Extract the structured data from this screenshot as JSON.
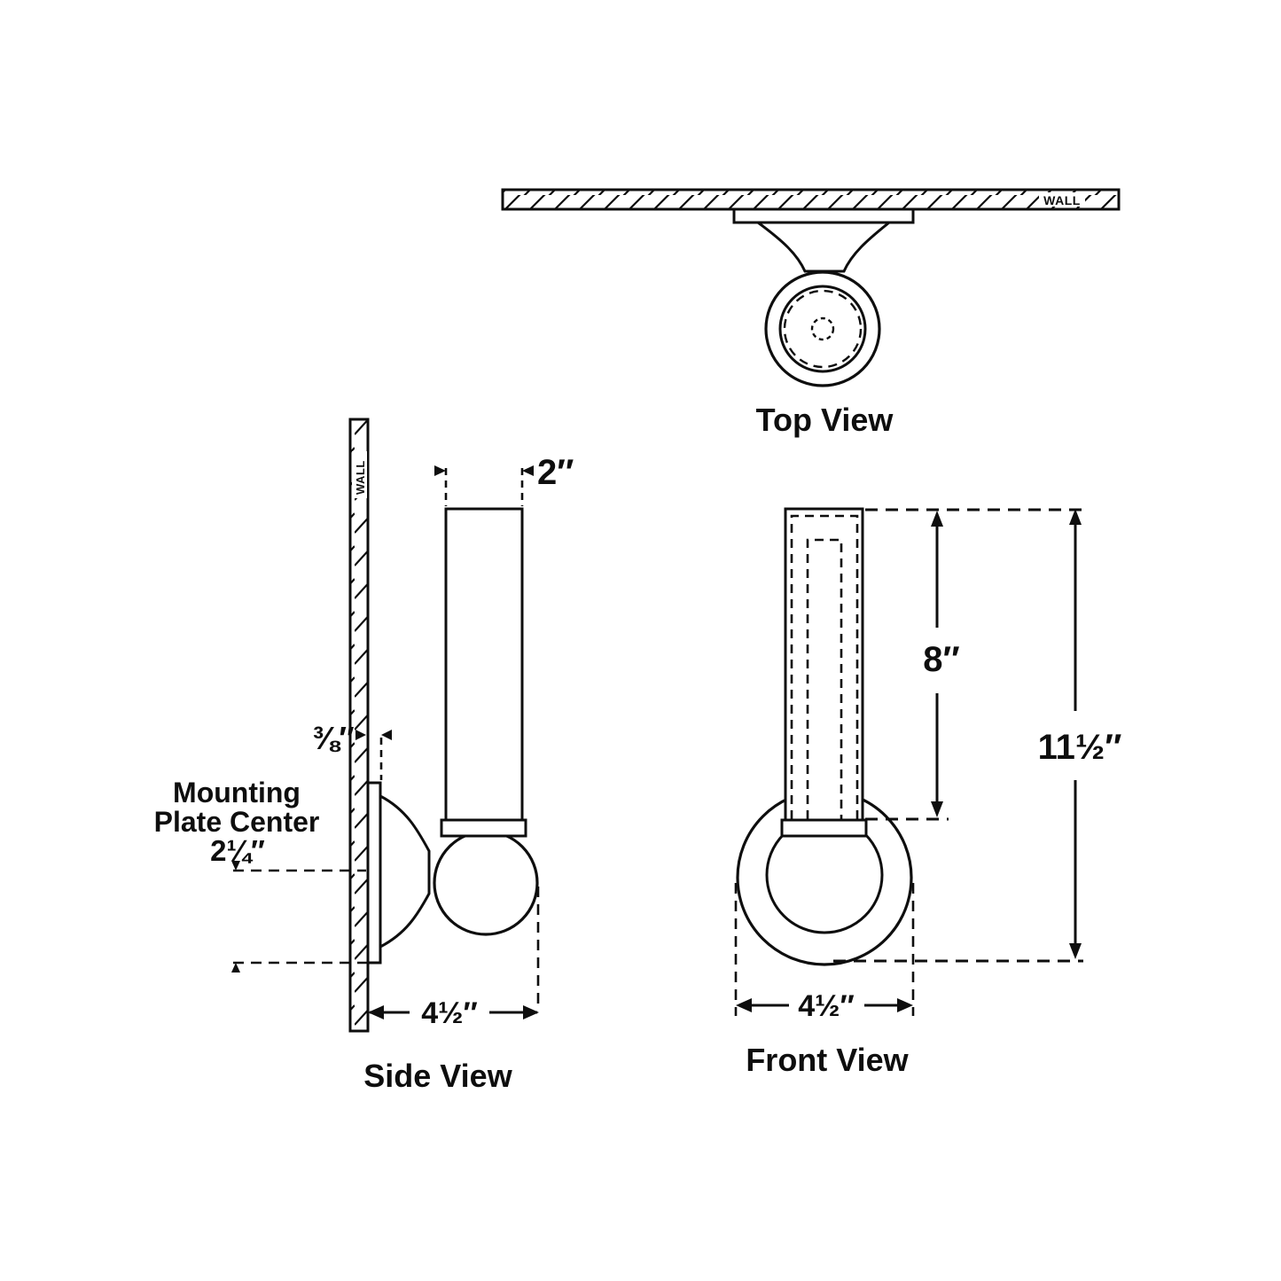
{
  "colors": {
    "background": "#ffffff",
    "line": "#0e0e0e"
  },
  "top_view": {
    "label": "Top View",
    "wall_label": "WALL"
  },
  "side_view": {
    "label": "Side View",
    "wall_label": "WALL",
    "dims": {
      "tube_diameter": "2″",
      "plate_thickness": "⅜″",
      "plate_center_offset": "2¼″",
      "depth": "4½″"
    },
    "note": {
      "line1": "Mounting",
      "line2": "Plate Center"
    }
  },
  "front_view": {
    "label": "Front View",
    "dims": {
      "glass_height": "8″",
      "overall_height": "11½″",
      "width": "4½″"
    }
  }
}
